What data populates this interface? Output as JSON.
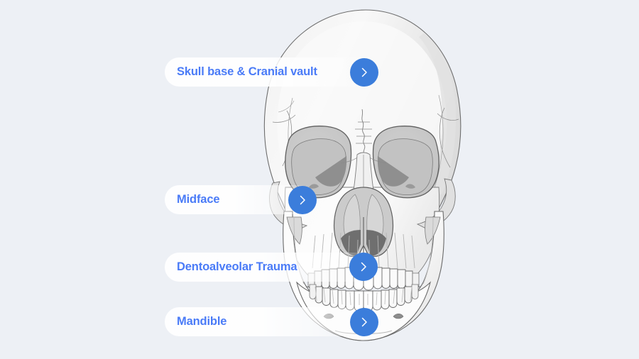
{
  "background_color": "#edf0f5",
  "accent_color": "#3b7ddb",
  "label_color": "#4a7bf7",
  "illustration": {
    "name": "human-skull-frontal-anatomical-illustration",
    "palette": {
      "bone_light": "#f7f7f7",
      "bone_mid": "#e8e8e8",
      "bone_shadow": "#d8d8d8",
      "socket_gray": "#c9c9c9",
      "socket_dark": "#8e8e8e",
      "outline": "#6f6f6f",
      "tooth": "#ffffff"
    }
  },
  "hotspots": [
    {
      "id": "skull-base-cranial-vault",
      "label": "Skull base & Cranial vault",
      "arrow_icon": "chevron-right-icon"
    },
    {
      "id": "midface",
      "label": "Midface",
      "arrow_icon": "chevron-right-icon"
    },
    {
      "id": "dentoalveolar-trauma",
      "label": "Dentoalveolar Trauma",
      "arrow_icon": "chevron-right-icon"
    },
    {
      "id": "mandible",
      "label": "Mandible",
      "arrow_icon": "chevron-right-icon"
    }
  ]
}
